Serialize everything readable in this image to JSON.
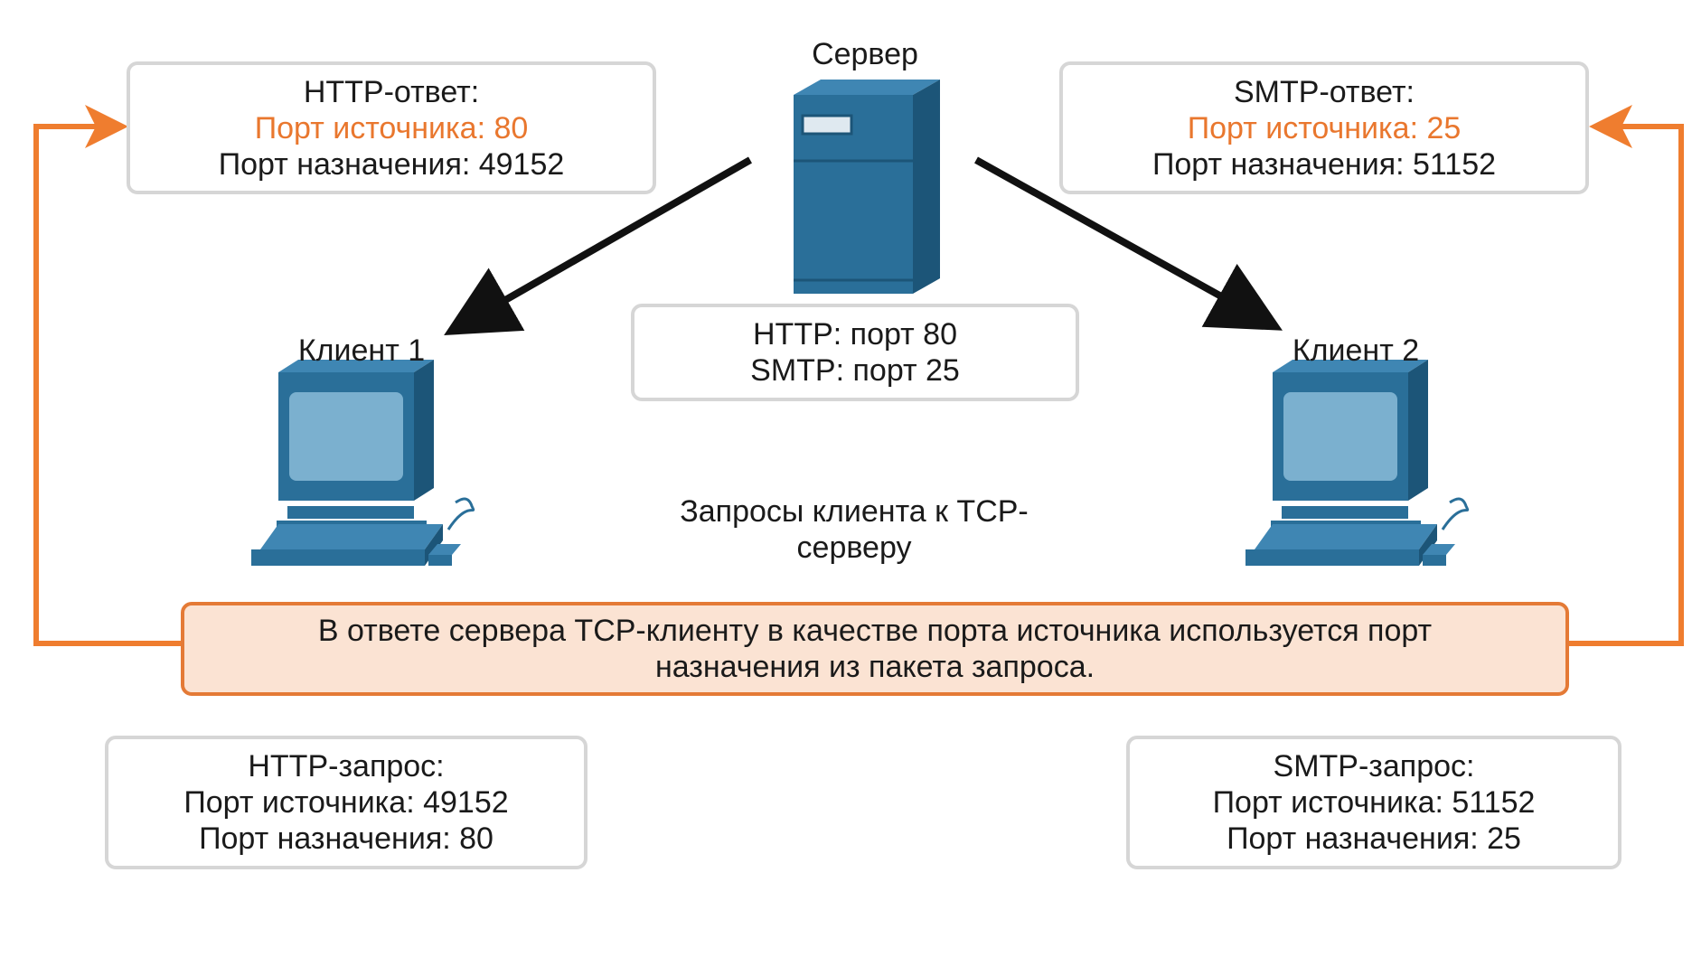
{
  "server": {
    "label": "Сервер",
    "ports": [
      "HTTP: порт 80",
      "SMTP: порт 25"
    ]
  },
  "client1": {
    "label": "Клиент 1"
  },
  "client2": {
    "label": "Клиент 2"
  },
  "http_response": {
    "title": "HTTP-ответ:",
    "source_port": "Порт источника: 80",
    "dest_port": "Порт назначения: 49152"
  },
  "smtp_response": {
    "title": "SMTP-ответ:",
    "source_port": "Порт источника: 25",
    "dest_port": "Порт назначения: 51152"
  },
  "caption": [
    "Запросы клиента к TCP-",
    "серверу"
  ],
  "note": [
    "В ответе сервера TCP-клиенту в качестве порта источника используется порт",
    "назначения из пакета запроса."
  ],
  "http_request": {
    "title": "HTTP-запрос:",
    "source_port": "Порт источника: 49152",
    "dest_port": "Порт назначения: 80"
  },
  "smtp_request": {
    "title": "SMTP-запрос:",
    "source_port": "Порт источника: 51152",
    "dest_port": "Порт назначения: 25"
  },
  "colors": {
    "accent": "#e9772e",
    "note_fill": "#fbe3d3",
    "device": "#2a6f99",
    "screen": "#7bb0cf"
  },
  "icons": [
    "server-icon",
    "computer-icon",
    "arrow-icon"
  ]
}
